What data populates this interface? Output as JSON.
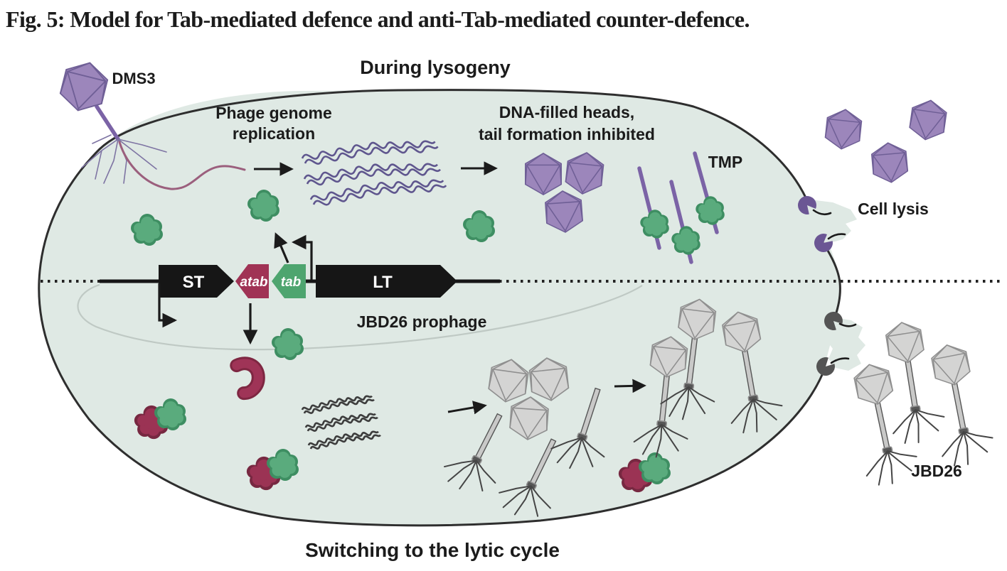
{
  "figure": {
    "title": "Fig. 5: Model for Tab-mediated defence and anti-Tab-mediated counter-defence."
  },
  "sections": {
    "top": "During lysogeny",
    "bottom": "Switching to the lytic cycle"
  },
  "labels": {
    "dms3": "DMS3",
    "replication_line1": "Phage genome",
    "replication_line2": "replication",
    "heads_line1": "DNA-filled heads,",
    "heads_line2": "tail formation inhibited",
    "tmp": "TMP",
    "cell_lysis": "Cell lysis",
    "prophage": "JBD26 prophage",
    "jbd26": "JBD26"
  },
  "genes": {
    "st": "ST",
    "atab": "atab",
    "tab": "tab",
    "lt": "LT"
  },
  "colors": {
    "background": "#ffffff",
    "cell_fill": "#dfe9e4",
    "cell_outline": "#2e2e2e",
    "phage_purple": "#9c86bb",
    "purple_dark": "#6f5f96",
    "tmp_rod_purple": "#7b63a6",
    "tab_green": "#5aab7d",
    "atab_maroon": "#9b3354",
    "gene_black": "#161616",
    "gene_atab_maroon": "#a03355",
    "gene_tab_green": "#4ea56f",
    "immature_phage_grey": "#d4d4d3",
    "dna_purple": "#5f568e",
    "dna_dark": "#3d3d3d",
    "text_black": "#1b1b1b"
  }
}
